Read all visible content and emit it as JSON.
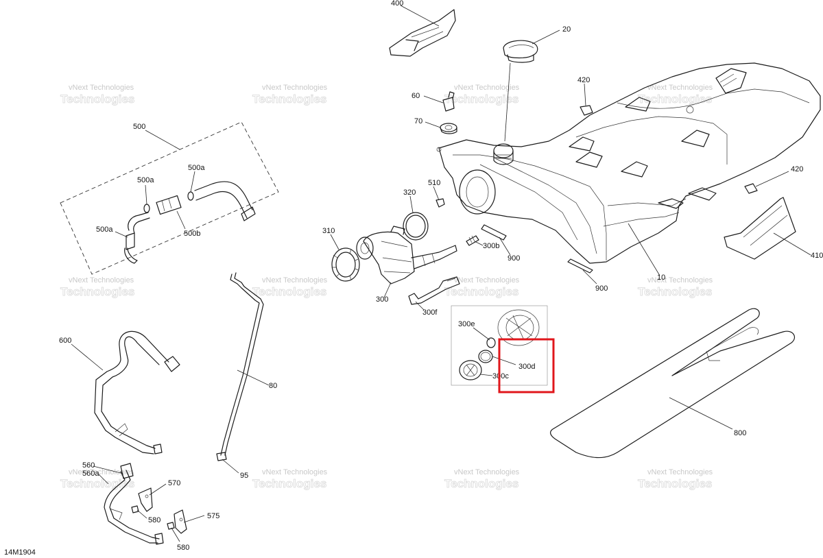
{
  "diagram_code": "14M1904",
  "watermark": {
    "line1": "vNext Technologies",
    "line2": "Technologies"
  },
  "callouts": {
    "c400": "400",
    "c20": "20",
    "c420a": "420",
    "c420b": "420",
    "c410": "410",
    "c60": "60",
    "c70": "70",
    "c500": "500",
    "c500a_top": "500a",
    "c500a_mid": "500a",
    "c500a_low": "500a",
    "c500b": "500b",
    "c320": "320",
    "c510": "510",
    "c310": "310",
    "c300b": "300b",
    "c900a": "900",
    "c900b": "900",
    "c300": "300",
    "c300f": "300f",
    "c10": "10",
    "c300e": "300e",
    "c300d": "300d",
    "c300c": "300c",
    "c600": "600",
    "c80": "80",
    "c800": "800",
    "c95": "95",
    "c560": "560",
    "c560a": "560a",
    "c570": "570",
    "c575": "575",
    "c580a": "580",
    "c580b": "580"
  },
  "highlight": {
    "color": "#e0161b",
    "target": "300d"
  }
}
